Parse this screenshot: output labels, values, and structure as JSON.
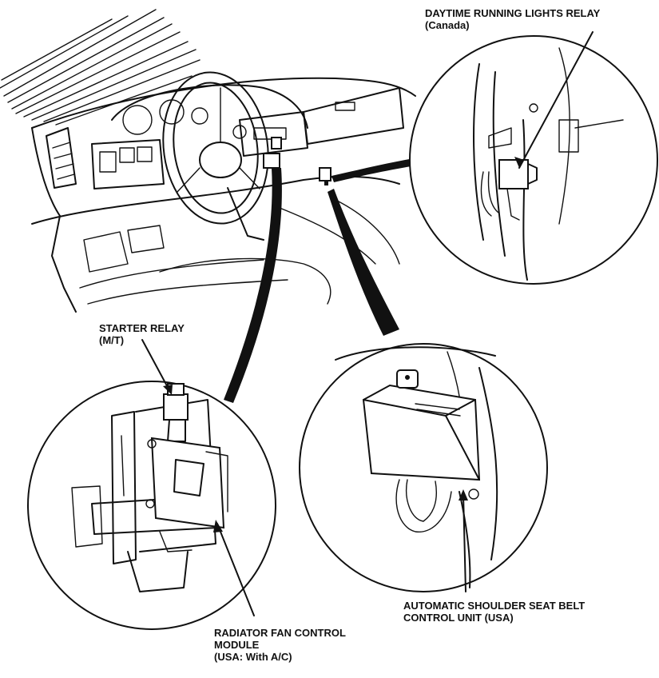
{
  "callouts": {
    "drl_relay": {
      "title": "DAYTIME RUNNING LIGHTS RELAY",
      "sub": "(Canada)"
    },
    "starter_relay": {
      "title": "STARTER RELAY",
      "sub": "(M/T)"
    },
    "seat_belt_unit": {
      "line1": "AUTOMATIC SHOULDER SEAT BELT",
      "line2": "CONTROL UNIT  (USA)"
    },
    "radiator_fan_module": {
      "line1": "RADIATOR FAN CONTROL",
      "line2": "MODULE",
      "line3": "(USA: With A/C)"
    }
  }
}
